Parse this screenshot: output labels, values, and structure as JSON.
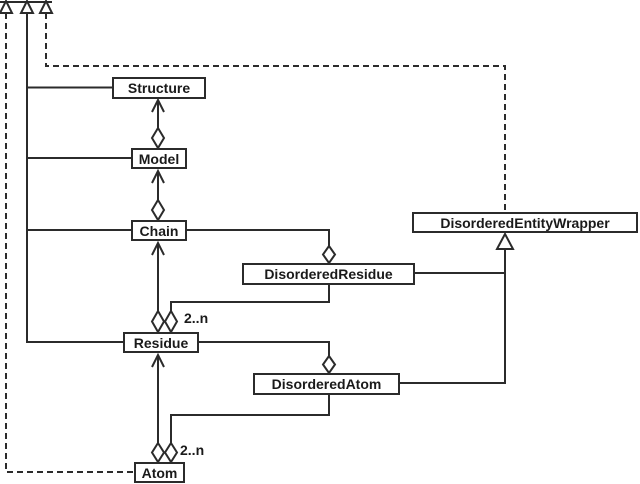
{
  "diagram": {
    "title": "UML class diagram of Structure/Model/Chain/Residue/Atom hierarchy",
    "nodes": {
      "structure": "Structure",
      "model": "Model",
      "chain": "Chain",
      "residue": "Residue",
      "atom": "Atom",
      "disordered_residue": "DisorderedResidue",
      "disordered_atom": "DisorderedAtom",
      "disordered_entity_wrapper": "DisorderedEntityWrapper"
    },
    "multiplicity": {
      "chain_to_residue": "2..n",
      "residue_to_atom": "2..n"
    },
    "relationships": [
      "Model aggregates into Structure",
      "Chain aggregates into Model",
      "Residue (2..n) aggregates into Chain",
      "Atom (2..n) aggregates into Residue",
      "DisorderedResidue aggregates under Chain and links to Residue",
      "DisorderedAtom aggregates under Residue and links to Atom",
      "DisorderedResidue and DisorderedAtom inherit from DisorderedEntityWrapper",
      "Structure, Model, Chain, Residue inherit upward (solid line, off-canvas)",
      "Atom and DisorderedEntityWrapper inherit upward (dashed lines, off-canvas)"
    ],
    "colors": {
      "line": "#2b2b2b",
      "background": "#ffffff",
      "text": "#1a1a1a"
    }
  }
}
